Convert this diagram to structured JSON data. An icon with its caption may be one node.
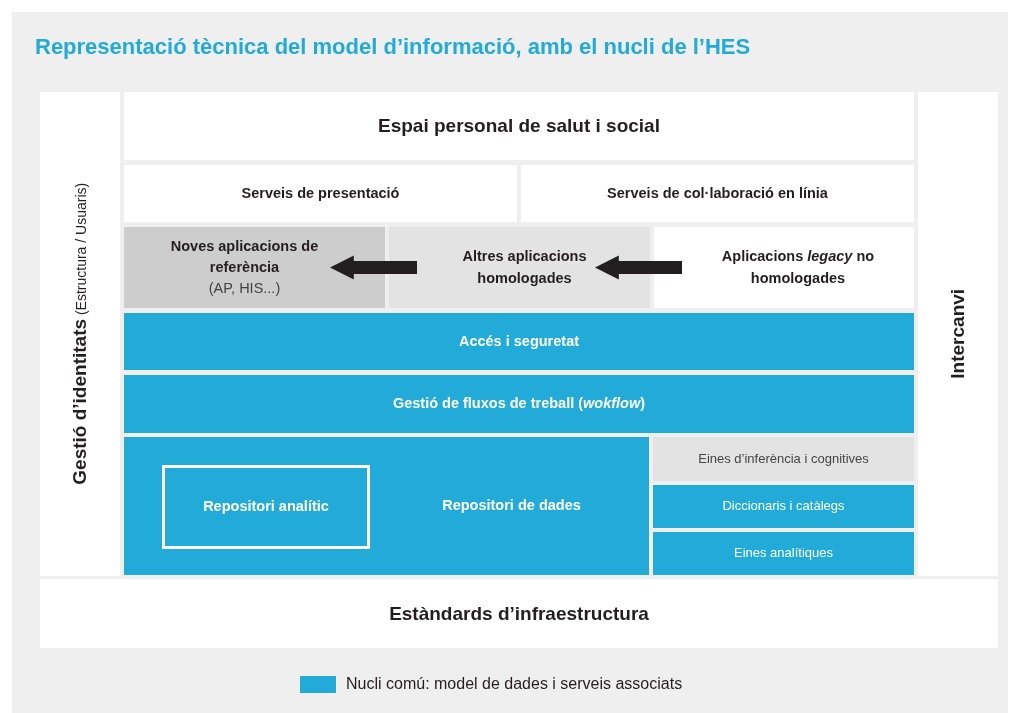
{
  "diagram": {
    "title": "Representació tècnica del model d’informació, amb el nucli de l’HES",
    "nodes": [
      {
        "text": [
          "**Gestió d’identitats** (Estructura / Usuaris)"
        ]
      },
      {
        "text": [
          "Espai personal de salut i social"
        ]
      },
      {
        "text": [
          "Serveis de presentació"
        ]
      },
      {
        "text": [
          "Serveis de col·laboració en línia"
        ]
      },
      {
        "text": [
          "Noves aplicacions de referència",
          "(AP, HIS...)"
        ]
      },
      {
        "text": [
          "Altres aplicacions homologades"
        ]
      },
      {
        "text": [
          "Aplicacions *legacy* no homologades"
        ]
      },
      {
        "text": [
          "Accés i seguretat"
        ]
      },
      {
        "text": [
          "Gestió de fluxos de treball (*wokflow*)"
        ]
      },
      {
        "text": [
          "Repositori de dades"
        ]
      },
      {
        "text": [
          "Repositori analític"
        ],
        "in": 9
      },
      {
        "text": [
          "Eines d’inferència i cognitives"
        ]
      },
      {
        "text": [
          "Diccionaris i catàlegs"
        ]
      },
      {
        "text": [
          "Eines analítiques"
        ]
      },
      {
        "text": [
          "Intercanvi"
        ]
      },
      {
        "text": [
          "Estàndards d’infraestructura"
        ]
      }
    ],
    "edges": [
      {
        "from": 6,
        "to": 5,
        "arrow": "to"
      },
      {
        "from": 5,
        "to": 4,
        "arrow": "to"
      }
    ],
    "legend": [
      {
        "text": "Nucli comú: model de dades i serveis associats",
        "color": "#22aad8"
      }
    ]
  }
}
